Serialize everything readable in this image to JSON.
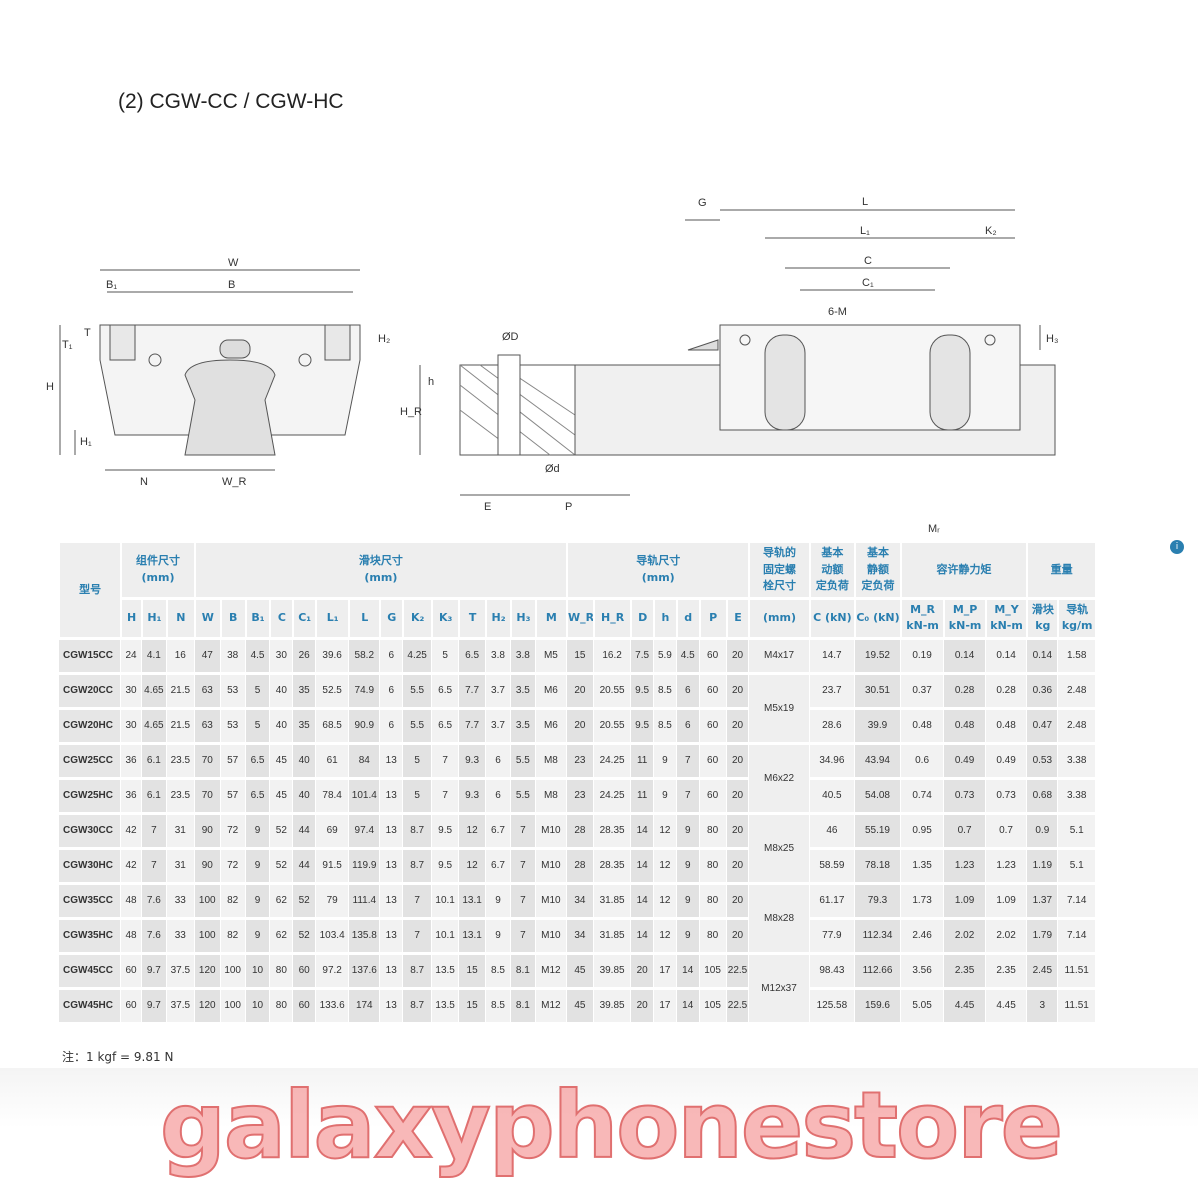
{
  "title": "(2) CGW-CC / CGW-HC",
  "drawing": {
    "labels": {
      "W": "W",
      "B1": "B₁",
      "B": "B",
      "T1": "T₁",
      "T": "T",
      "H2": "H₂",
      "H": "H",
      "H1": "H₁",
      "N": "N",
      "WR": "W_R",
      "OD": "ØD",
      "h": "h",
      "HR": "H_R",
      "Od": "Ød",
      "E": "E",
      "P": "P",
      "G": "G",
      "L": "L",
      "L1": "L₁",
      "K2": "K₂",
      "C": "C",
      "C1": "C₁",
      "M6": "6-M",
      "H3": "H₃",
      "MR": "Mᵣ"
    }
  },
  "table": {
    "group_headers": {
      "model": "型号",
      "assembly": "组件尺寸\n(mm)",
      "block": "滑块尺寸\n(mm)",
      "rail": "导轨尺寸\n(mm)",
      "bolt": "导轨的\n固定螺\n栓尺寸",
      "dyn": "基本\n动额\n定负荷",
      "stat": "基本\n静额\n定负荷",
      "moment": "容许静力矩",
      "weight": "重量"
    },
    "sub_headers": [
      "H",
      "H₁",
      "N",
      "W",
      "B",
      "B₁",
      "C",
      "C₁",
      "L₁",
      "L",
      "G",
      "K₂",
      "K₃",
      "T",
      "H₂",
      "H₃",
      "M",
      "W_R",
      "H_R",
      "D",
      "h",
      "d",
      "P",
      "E",
      "(mm)",
      "C (kN)",
      "C₀ (kN)",
      "M_R\nkN-m",
      "M_P\nkN-m",
      "M_Y\nkN-m",
      "滑块\nkg",
      "导轨\nkg/m"
    ],
    "rows": [
      [
        "CGW15CC",
        "24",
        "4.1",
        "16",
        "47",
        "38",
        "4.5",
        "30",
        "26",
        "39.6",
        "58.2",
        "6",
        "4.25",
        "5",
        "6.5",
        "3.8",
        "3.8",
        "M5",
        "15",
        "16.2",
        "7.5",
        "5.9",
        "4.5",
        "60",
        "20",
        "14.7",
        "19.52",
        "0.19",
        "0.14",
        "0.14",
        "0.14",
        "1.58"
      ],
      [
        "CGW20CC",
        "30",
        "4.65",
        "21.5",
        "63",
        "53",
        "5",
        "40",
        "35",
        "52.5",
        "74.9",
        "6",
        "5.5",
        "6.5",
        "7.7",
        "3.7",
        "3.5",
        "M6",
        "20",
        "20.55",
        "9.5",
        "8.5",
        "6",
        "60",
        "20",
        "23.7",
        "30.51",
        "0.37",
        "0.28",
        "0.28",
        "0.36",
        "2.48"
      ],
      [
        "CGW20HC",
        "30",
        "4.65",
        "21.5",
        "63",
        "53",
        "5",
        "40",
        "35",
        "68.5",
        "90.9",
        "6",
        "5.5",
        "6.5",
        "7.7",
        "3.7",
        "3.5",
        "M6",
        "20",
        "20.55",
        "9.5",
        "8.5",
        "6",
        "60",
        "20",
        "28.6",
        "39.9",
        "0.48",
        "0.48",
        "0.48",
        "0.47",
        "2.48"
      ],
      [
        "CGW25CC",
        "36",
        "6.1",
        "23.5",
        "70",
        "57",
        "6.5",
        "45",
        "40",
        "61",
        "84",
        "13",
        "5",
        "7",
        "9.3",
        "6",
        "5.5",
        "M8",
        "23",
        "24.25",
        "11",
        "9",
        "7",
        "60",
        "20",
        "34.96",
        "43.94",
        "0.6",
        "0.49",
        "0.49",
        "0.53",
        "3.38"
      ],
      [
        "CGW25HC",
        "36",
        "6.1",
        "23.5",
        "70",
        "57",
        "6.5",
        "45",
        "40",
        "78.4",
        "101.4",
        "13",
        "5",
        "7",
        "9.3",
        "6",
        "5.5",
        "M8",
        "23",
        "24.25",
        "11",
        "9",
        "7",
        "60",
        "20",
        "40.5",
        "54.08",
        "0.74",
        "0.73",
        "0.73",
        "0.68",
        "3.38"
      ],
      [
        "CGW30CC",
        "42",
        "7",
        "31",
        "90",
        "72",
        "9",
        "52",
        "44",
        "69",
        "97.4",
        "13",
        "8.7",
        "9.5",
        "12",
        "6.7",
        "7",
        "M10",
        "28",
        "28.35",
        "14",
        "12",
        "9",
        "80",
        "20",
        "46",
        "55.19",
        "0.95",
        "0.7",
        "0.7",
        "0.9",
        "5.1"
      ],
      [
        "CGW30HC",
        "42",
        "7",
        "31",
        "90",
        "72",
        "9",
        "52",
        "44",
        "91.5",
        "119.9",
        "13",
        "8.7",
        "9.5",
        "12",
        "6.7",
        "7",
        "M10",
        "28",
        "28.35",
        "14",
        "12",
        "9",
        "80",
        "20",
        "58.59",
        "78.18",
        "1.35",
        "1.23",
        "1.23",
        "1.19",
        "5.1"
      ],
      [
        "CGW35CC",
        "48",
        "7.6",
        "33",
        "100",
        "82",
        "9",
        "62",
        "52",
        "79",
        "111.4",
        "13",
        "7",
        "10.1",
        "13.1",
        "9",
        "7",
        "M10",
        "34",
        "31.85",
        "14",
        "12",
        "9",
        "80",
        "20",
        "61.17",
        "79.3",
        "1.73",
        "1.09",
        "1.09",
        "1.37",
        "7.14"
      ],
      [
        "CGW35HC",
        "48",
        "7.6",
        "33",
        "100",
        "82",
        "9",
        "62",
        "52",
        "103.4",
        "135.8",
        "13",
        "7",
        "10.1",
        "13.1",
        "9",
        "7",
        "M10",
        "34",
        "31.85",
        "14",
        "12",
        "9",
        "80",
        "20",
        "77.9",
        "112.34",
        "2.46",
        "2.02",
        "2.02",
        "1.79",
        "7.14"
      ],
      [
        "CGW45CC",
        "60",
        "9.7",
        "37.5",
        "120",
        "100",
        "10",
        "80",
        "60",
        "97.2",
        "137.6",
        "13",
        "8.7",
        "13.5",
        "15",
        "8.5",
        "8.1",
        "M12",
        "45",
        "39.85",
        "20",
        "17",
        "14",
        "105",
        "22.5",
        "98.43",
        "112.66",
        "3.56",
        "2.35",
        "2.35",
        "2.45",
        "11.51"
      ],
      [
        "CGW45HC",
        "60",
        "9.7",
        "37.5",
        "120",
        "100",
        "10",
        "80",
        "60",
        "133.6",
        "174",
        "13",
        "8.7",
        "13.5",
        "15",
        "8.5",
        "8.1",
        "M12",
        "45",
        "39.85",
        "20",
        "17",
        "14",
        "105",
        "22.5",
        "125.58",
        "159.6",
        "5.05",
        "4.45",
        "4.45",
        "3",
        "11.51"
      ]
    ],
    "bolts": [
      {
        "value": "M4x17",
        "span": 1
      },
      {
        "value": "M5x19",
        "span": 2
      },
      {
        "value": "M6x22",
        "span": 2
      },
      {
        "value": "M8x25",
        "span": 2
      },
      {
        "value": "M8x28",
        "span": 2
      },
      {
        "value": "M12x37",
        "span": 2
      }
    ]
  },
  "note": "注：1 kgf = 9.81 N",
  "watermark": "galaxyphonestore",
  "colors": {
    "header_text": "#2a7fb0",
    "watermark": "#f6a0a0"
  }
}
